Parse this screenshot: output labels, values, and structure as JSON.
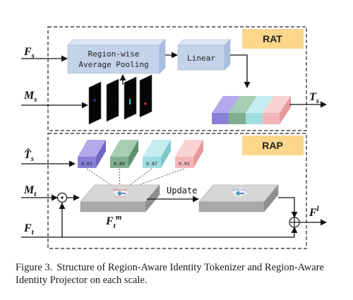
{
  "figure": {
    "rat": {
      "tag": "RAT",
      "pool_label_line1": "Region-wise",
      "pool_label_line2": "Average Pooling",
      "linear_label": "Linear",
      "input_f": "F",
      "input_f_sub": "s",
      "input_m": "M",
      "input_m_sub": "s",
      "output_t": "T",
      "output_t_sub": "s"
    },
    "rap": {
      "tag": "RAP",
      "input_that": "T̂",
      "input_that_sub": "s",
      "input_m": "M",
      "input_m_sub": "t",
      "input_f": "F",
      "input_f_sub": "t",
      "update_label": "Update",
      "fm_label": "F",
      "fm_sub": "t",
      "fm_sup": "m",
      "output_f": "F",
      "output_f_sup": "l",
      "scores": [
        "0.03",
        "0.89",
        "0.87",
        "0.01"
      ]
    },
    "colors": {
      "purple": "#8a7fd6",
      "green": "#7fae8f",
      "cyan": "#9fdde0",
      "pink": "#f3b6b8",
      "tag_bg": "#fcd68a",
      "block_blue": "#c3d3ea",
      "plate_gray": "#bdbdbd"
    }
  },
  "caption": {
    "number": "Figure 3.",
    "text": "Structure of Region-Aware Identity Tokenizer and Region-Aware Identity Projector on each scale."
  }
}
